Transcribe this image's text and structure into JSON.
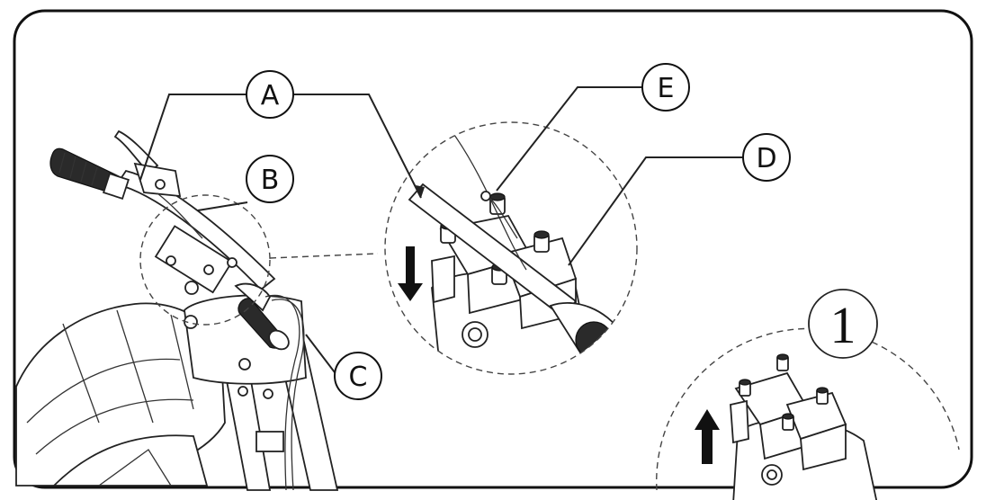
{
  "callouts": {
    "a": "A",
    "b": "B",
    "c": "C",
    "d": "D",
    "e": "E"
  },
  "step_number": "1"
}
